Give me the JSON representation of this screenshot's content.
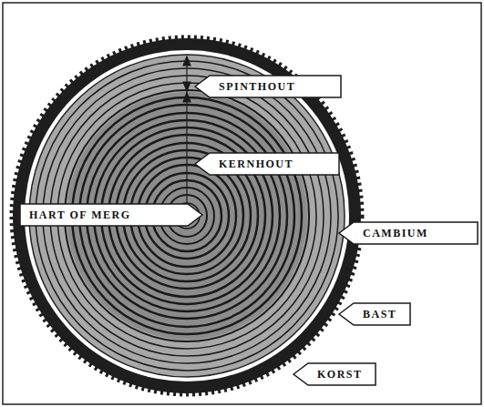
{
  "diagram": {
    "nodes": [
      {
        "text": [
          "SPINTHOUT"
        ]
      },
      {
        "text": [
          "KERNHOUT"
        ]
      },
      {
        "text": [
          "HART OF MERG"
        ]
      },
      {
        "text": [
          "CAMBIUM"
        ]
      },
      {
        "text": [
          "BAST"
        ]
      },
      {
        "text": [
          "KORST"
        ]
      }
    ]
  }
}
